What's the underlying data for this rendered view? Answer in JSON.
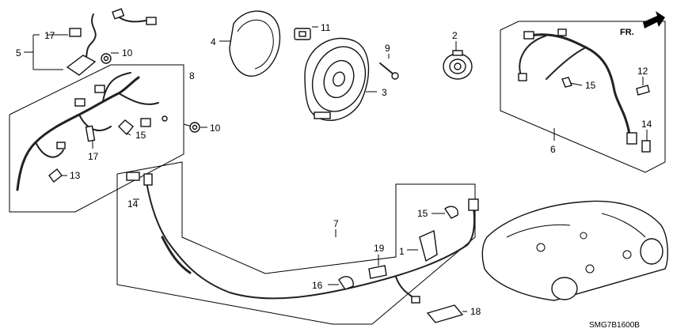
{
  "diagram": {
    "code": "SMG7B1600B",
    "direction_label": "FR."
  },
  "callouts": {
    "c1": "1",
    "c2": "2",
    "c3": "3",
    "c4": "4",
    "c5": "5",
    "c6": "6",
    "c7": "7",
    "c8": "8",
    "c9": "9",
    "c10a": "10",
    "c10b": "10",
    "c11": "11",
    "c12": "12",
    "c13": "13",
    "c14a": "14",
    "c14b": "14",
    "c15a": "15",
    "c15b": "15",
    "c15c": "15",
    "c16": "16",
    "c17a": "17",
    "c17b": "17",
    "c18": "18",
    "c19": "19"
  }
}
